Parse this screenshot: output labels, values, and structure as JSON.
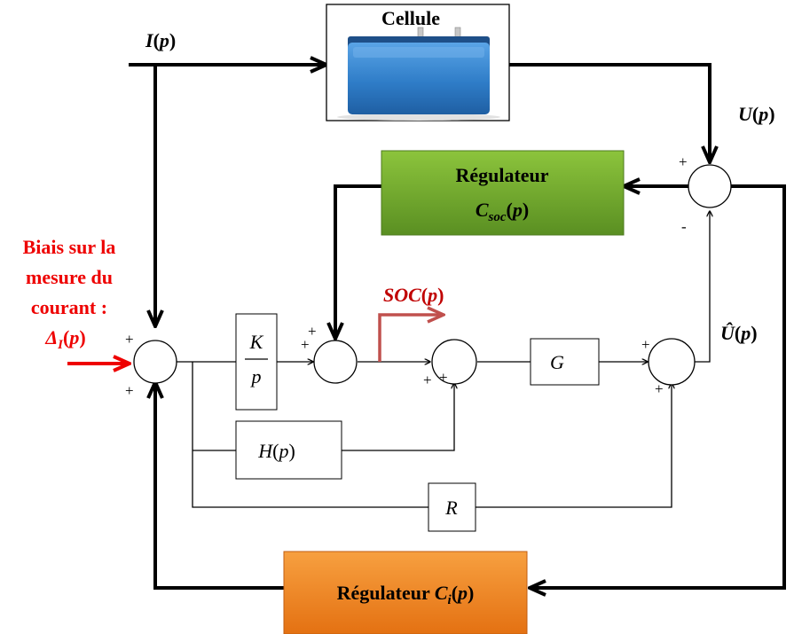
{
  "signals": {
    "input_current": "I(p)",
    "cell_voltage": "U(p)",
    "estimated_voltage": "Û(p)",
    "soc": "SOC(p)",
    "bias_line1": "Biais sur la",
    "bias_line2": "mesure du",
    "bias_line3": "courant :",
    "bias_symbol": "Δ_I(p)"
  },
  "blocks": {
    "cell": "Cellule",
    "soc_regulator_line1": "Régulateur",
    "soc_regulator_line2": "C_soc(p)",
    "current_regulator": "Régulateur C_i(p)",
    "integrator_num": "K",
    "integrator_den": "p",
    "h_block": "H(p)",
    "g_block": "G",
    "r_block": "R"
  },
  "signs": {
    "plus": "+",
    "minus": "-"
  },
  "colors": {
    "soc_regulator_fill_top": "#8cc43c",
    "soc_regulator_fill_bottom": "#5a8f22",
    "current_regulator_fill_top": "#f7a040",
    "current_regulator_fill_bottom": "#e47112",
    "bias_red": "#ee0000",
    "soc_arrow": "#c0504d",
    "battery_blue": "#2f7dc8"
  }
}
